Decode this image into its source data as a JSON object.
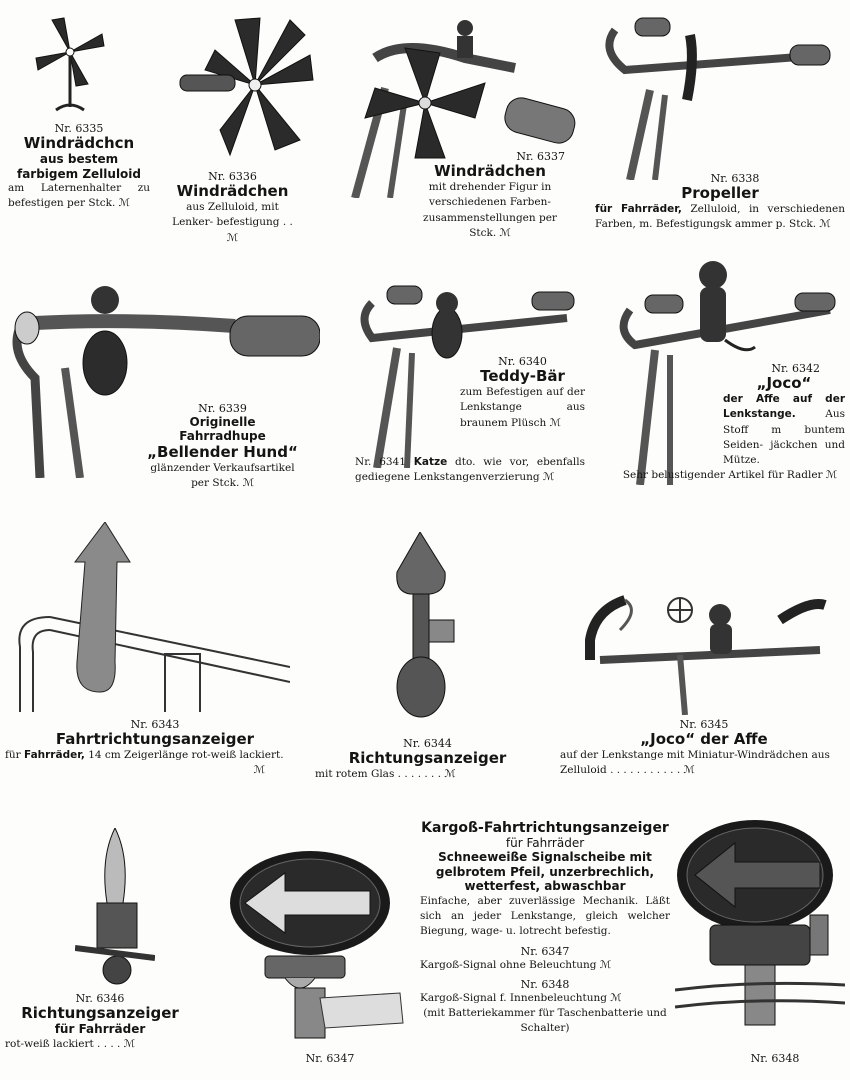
{
  "items": {
    "i6335": {
      "number": "Nr. 6335",
      "title": "Windrädchcn",
      "subtitle": "aus bestem farbigem Zelluloid",
      "desc": "am Laternenhalter zu befestigen per Stck.",
      "currency": "ℳ"
    },
    "i6336": {
      "number": "Nr. 6336",
      "title": "Windrädchen",
      "desc": "aus Zelluloid, mit Lenker- befestigung . .",
      "currency": "ℳ"
    },
    "i6337": {
      "number": "Nr. 6337",
      "title": "Windrädchen",
      "desc": "mit drehender Figur in verschiedenen Farben- zusammenstellungen per Stck.",
      "currency": "ℳ"
    },
    "i6338": {
      "number": "Nr. 6338",
      "title": "Propeller",
      "desc_bold": "für Fahrräder,",
      "desc": "Zelluloid, in verschiedenen Farben, m. Befestigungsk ammer p. Stck.",
      "currency": "ℳ"
    },
    "i6339": {
      "number": "Nr. 6339",
      "subtitle": "Originelle Fahrradhupe",
      "title": "„Bellender Hund“",
      "desc": "glänzender Verkaufsartikel per Stck.",
      "currency": "ℳ"
    },
    "i6340": {
      "number": "Nr. 6340",
      "title": "Teddy-Bär",
      "desc": "zum Befestigen auf der Lenkstange aus braunem Plüsch",
      "currency": "ℳ"
    },
    "i6341": {
      "number": "Nr. 6341",
      "name": "Katze",
      "desc": "dto. wie vor, ebenfalls gediegene Lenkstangenverzierung",
      "currency": "ℳ"
    },
    "i6342": {
      "number": "Nr. 6342",
      "title": "„Joco“",
      "desc_bold": "der Affe auf der Lenkstange.",
      "desc": "Aus Stoff m buntem Seiden- jäckchen und Mütze.",
      "desc2": "Sehr belustigender Artikel für Radler",
      "currency": "ℳ"
    },
    "i6343": {
      "number": "Nr. 6343",
      "title": "Fahrtrichtungsanzeiger",
      "desc_pre": "für",
      "desc_bold": "Fahrräder,",
      "desc": "14 cm Zeigerlänge rot-weiß lackiert.",
      "currency": "ℳ"
    },
    "i6344": {
      "number": "Nr. 6344",
      "title": "Richtungsanzeiger",
      "desc": "mit rotem Glas . . . . . . .",
      "currency": "ℳ"
    },
    "i6345": {
      "number": "Nr. 6345",
      "title": "„Joco“ der Affe",
      "desc": "auf der Lenkstange mit Miniatur-Windrädchen aus Zelluloid . . . . . . . . . . .",
      "currency": "ℳ"
    },
    "i6346": {
      "number": "Nr. 6346",
      "title": "Richtungsanzeiger",
      "subtitle": "für Fahrräder",
      "desc": "rot-weiß lackiert . . . .",
      "currency": "ℳ"
    },
    "i6347": {
      "number": "Nr. 6347"
    },
    "i6348": {
      "number": "Nr. 6348"
    },
    "kargoss": {
      "title": "Kargoß-Fahrtrichtungsanzeiger",
      "subtitle": "für Fahrräder",
      "headline": "Schneeweiße Signalscheibe mit gelbrotem Pfeil, unzerbrechlich, wetterfest, abwaschbar",
      "desc": "Einfache, aber zuverlässige Mechanik. Läßt sich an jeder Lenkstange, gleich welcher Biegung, wage- u. lotrecht befestig.",
      "v1_number": "Nr. 6347",
      "v1_desc": "Kargoß-Signal ohne Beleuchtung",
      "v2_number": "Nr. 6348",
      "v2_desc": "Kargoß-Signal f. Innenbeleuchtung",
      "v2_note": "(mit Batteriekammer für Taschenbatterie und Schalter)",
      "currency": "ℳ"
    }
  }
}
